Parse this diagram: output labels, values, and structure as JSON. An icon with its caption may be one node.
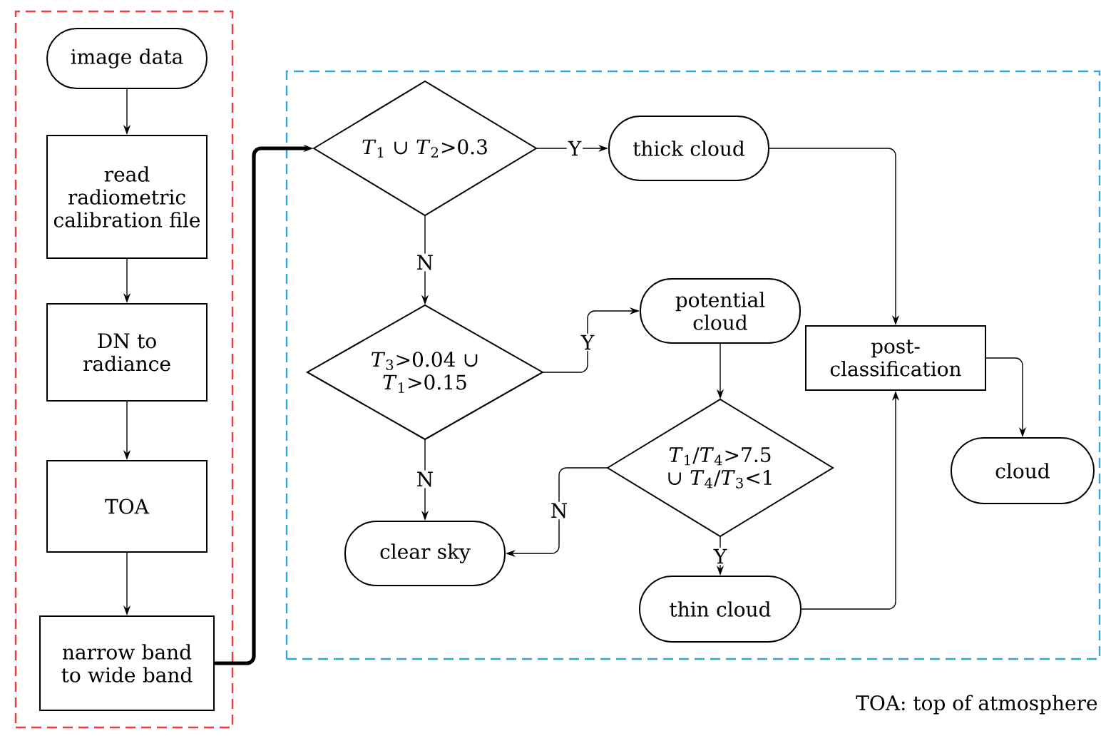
{
  "diagram": {
    "nodes": [
      {
        "text": [],
        "shape": "box"
      },
      {
        "text": [],
        "shape": "box"
      },
      {
        "text": [
          "image data"
        ],
        "in": 0
      },
      {
        "text": [
          "read radiometric calibration file"
        ],
        "in": 0
      },
      {
        "text": [
          "DN to radiance"
        ],
        "in": 0
      },
      {
        "text": [
          "TOA"
        ],
        "in": 0
      },
      {
        "text": [
          "narrow band to wide band"
        ],
        "in": 0
      },
      {
        "text": [
          "*T*$_{1}$ ∪ *T*$_{2}$>0.3"
        ],
        "in": 1
      },
      {
        "text": [
          "thick cloud"
        ],
        "in": 1
      },
      {
        "text": [
          "*T*$_{3}$>0.04 ∪ *T*$_{1}$>0.15"
        ],
        "in": 1
      },
      {
        "text": [
          "potential cloud"
        ],
        "in": 1
      },
      {
        "text": [
          "post-classification"
        ],
        "in": 1
      },
      {
        "text": [
          "cloud"
        ],
        "in": 1
      },
      {
        "text": [
          "*T*$_{1}$/*T*$_{4}$>7.5 ∪ *T*$_{4}$/*T*$_{3}$<1"
        ],
        "in": 1
      },
      {
        "text": [
          "clear sky"
        ],
        "in": 1
      },
      {
        "text": [
          "thin cloud"
        ],
        "in": 1
      }
    ],
    "edges": [
      {
        "from": 2,
        "to": 3,
        "arrow": "to"
      },
      {
        "from": 3,
        "to": 4,
        "arrow": "to"
      },
      {
        "from": 4,
        "to": 5,
        "arrow": "to"
      },
      {
        "from": 5,
        "to": 6,
        "arrow": "to"
      },
      {
        "from": 6,
        "to": 7,
        "arrow": "to",
        "style": "thick"
      },
      {
        "from": 7,
        "to": 8,
        "arrow": "to",
        "label": "Y"
      },
      {
        "from": 7,
        "to": 9,
        "arrow": "to",
        "label": "N"
      },
      {
        "from": 9,
        "to": 10,
        "arrow": "to",
        "label": "Y"
      },
      {
        "from": 9,
        "to": 14,
        "arrow": "to",
        "label": "N"
      },
      {
        "from": 10,
        "to": 13,
        "arrow": "to"
      },
      {
        "from": 13,
        "to": 14,
        "arrow": "to",
        "label": "N"
      },
      {
        "from": 13,
        "to": 15,
        "arrow": "to",
        "label": "Y"
      },
      {
        "from": 8,
        "to": 11,
        "arrow": "to"
      },
      {
        "from": 15,
        "to": 11,
        "arrow": "to"
      },
      {
        "from": 11,
        "to": 12,
        "arrow": "to"
      }
    ],
    "labels": [
      "TOA: top of atmosphere"
    ]
  }
}
